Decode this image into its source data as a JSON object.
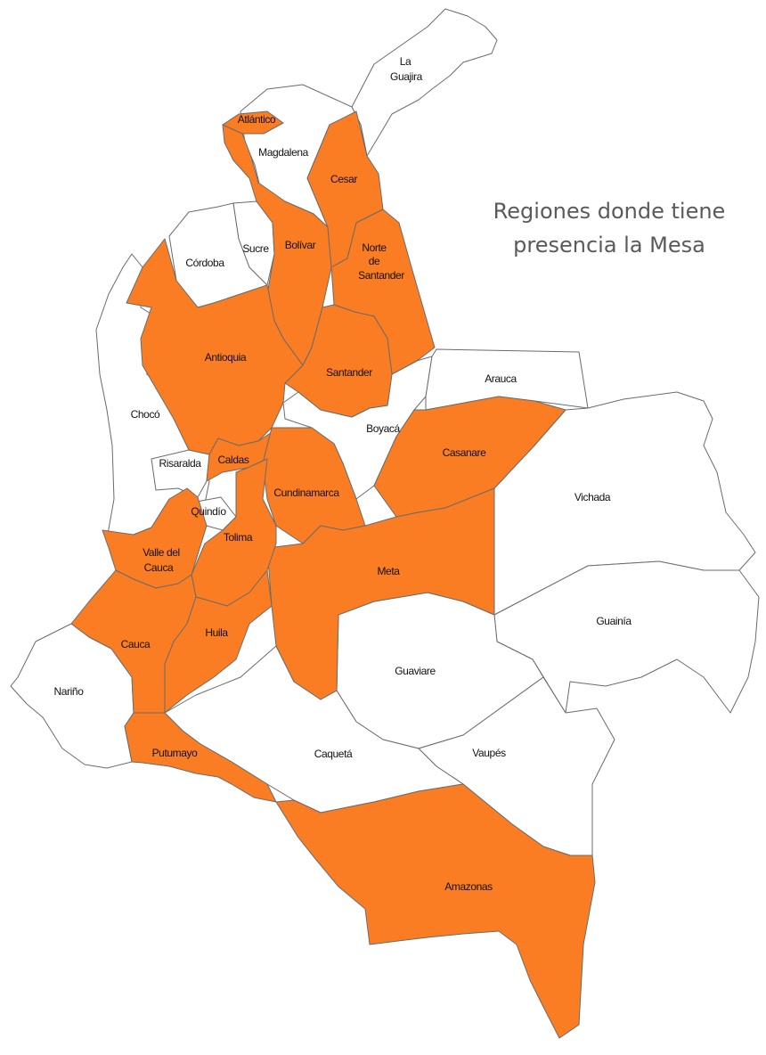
{
  "title": {
    "line1": "Regiones donde tiene",
    "line2": "presencia la Mesa"
  },
  "colors": {
    "presence": "#fa7d23",
    "none": "#ffffff",
    "border": "#6b6b6b",
    "title": "#5a5a5a"
  },
  "departments": {
    "guajira": {
      "label_1": "La",
      "label_2": "Guajira",
      "presence": false
    },
    "atlantico": {
      "label": "Atlántico",
      "presence": true
    },
    "magdalena": {
      "label": "Magdalena",
      "presence": true
    },
    "cesar": {
      "label": "Cesar",
      "presence": true
    },
    "sucre": {
      "label": "Sucre",
      "presence": false
    },
    "bolivar": {
      "label": "Bolívar",
      "presence": true
    },
    "norte_santander": {
      "label_1": "Norte",
      "label_2": "de",
      "label_3": "Santander",
      "presence": true
    },
    "cordoba": {
      "label": "Córdoba",
      "presence": false
    },
    "antioquia": {
      "label": "Antioquia",
      "presence": true
    },
    "santander": {
      "label": "Santander",
      "presence": true
    },
    "arauca": {
      "label": "Arauca",
      "presence": false
    },
    "choco": {
      "label": "Chocó",
      "presence": false
    },
    "boyaca": {
      "label": "Boyacá",
      "presence": false
    },
    "casanare": {
      "label": "Casanare",
      "presence": true
    },
    "risaralda": {
      "label": "Risaralda",
      "presence": false
    },
    "caldas": {
      "label": "Caldas",
      "presence": true
    },
    "cundinamarca": {
      "label": "Cundinamarca",
      "presence": true
    },
    "vichada": {
      "label": "Vichada",
      "presence": false
    },
    "quindio": {
      "label": "Quindío",
      "presence": false
    },
    "valle": {
      "label_1": "Valle del",
      "label_2": "Cauca",
      "presence": true
    },
    "tolima": {
      "label": "Tolima",
      "presence": true
    },
    "meta": {
      "label": "Meta",
      "presence": true
    },
    "guainia": {
      "label": "Guainía",
      "presence": false
    },
    "cauca": {
      "label": "Cauca",
      "presence": true
    },
    "huila": {
      "label": "Huila",
      "presence": true
    },
    "guaviare": {
      "label": "Guaviare",
      "presence": false
    },
    "narino": {
      "label": "Nariño",
      "presence": false
    },
    "putumayo": {
      "label": "Putumayo",
      "presence": true
    },
    "caqueta": {
      "label": "Caquetá",
      "presence": false
    },
    "vaupes": {
      "label": "Vaupés",
      "presence": false
    },
    "amazonas": {
      "label": "Amazonas",
      "presence": true
    }
  }
}
